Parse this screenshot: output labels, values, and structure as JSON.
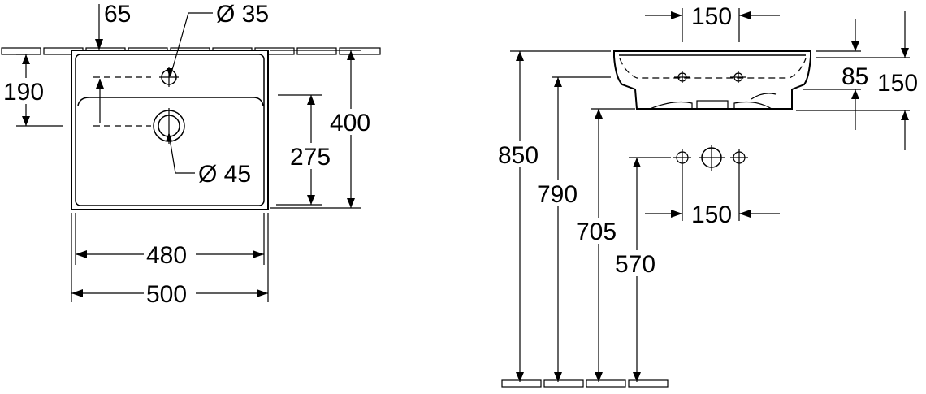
{
  "top_view": {
    "dim_tap_offset": "65",
    "dim_tap_hole": "Ø 35",
    "dim_drain_depth": "190",
    "dim_drain": "Ø 45",
    "dim_inner_depth": "275",
    "dim_outer_depth": "400",
    "dim_inner_width": "480",
    "dim_outer_width": "500"
  },
  "side_view": {
    "dim_top_width": "150",
    "dim_rim_height": "85",
    "dim_bowl_height": "150",
    "dim_rim_floor": "850",
    "dim_tap_floor": "790",
    "dim_bottom_floor": "705",
    "dim_supply_floor": "570",
    "dim_supply_spacing": "150"
  }
}
